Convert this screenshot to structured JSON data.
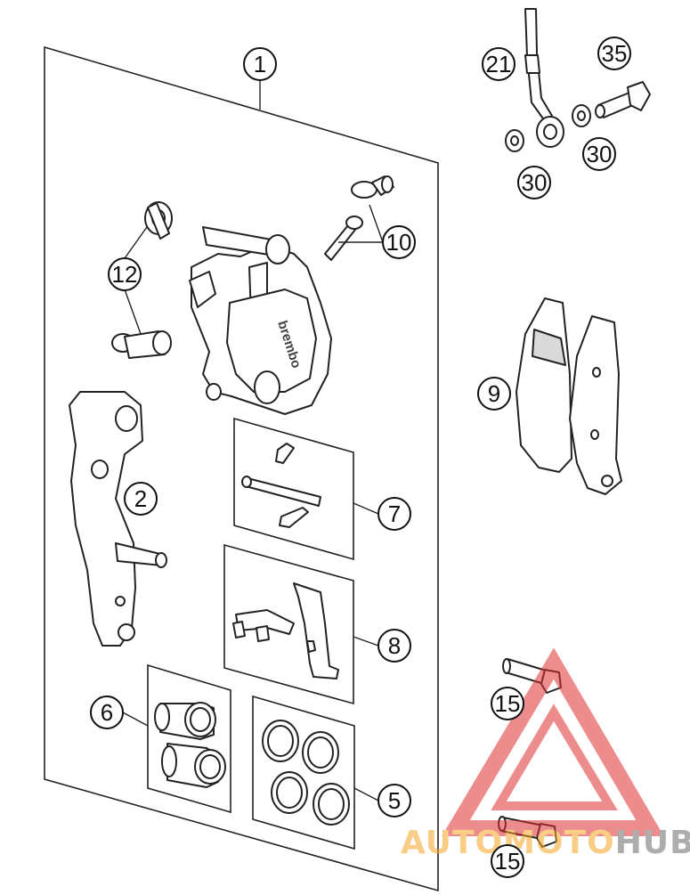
{
  "callouts": {
    "c1": "1",
    "c2": "2",
    "c5": "5",
    "c6": "6",
    "c7": "7",
    "c8": "8",
    "c9": "9",
    "c10": "10",
    "c12": "12",
    "c15a": "15",
    "c15b": "15",
    "c21": "21",
    "c30a": "30",
    "c30b": "30",
    "c35": "35"
  },
  "caliper_brand": "brembo",
  "watermark": {
    "text_orange": "AUTOMOTO",
    "text_gray": "HUB",
    "color_red": "#e03030",
    "color_orange": "#f5a623",
    "color_gray": "#6b6b6b"
  }
}
